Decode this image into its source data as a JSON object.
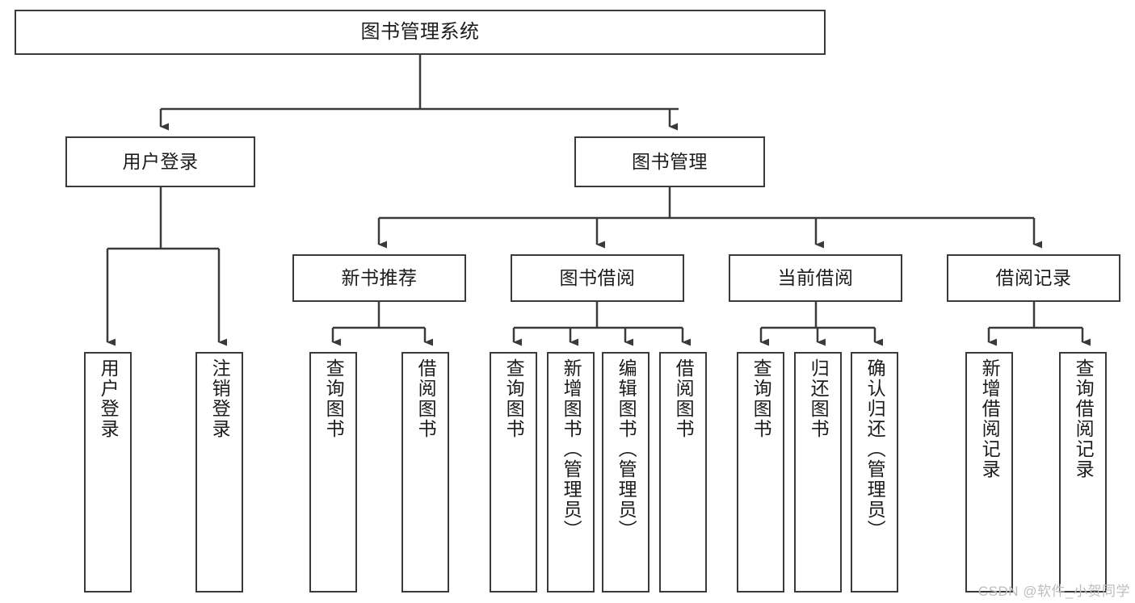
{
  "diagram": {
    "title": "图书管理系统",
    "type": "tree-hierarchy-diagram",
    "watermark": "CSDN @软件_小贺同学",
    "colors": {
      "stroke": "#3a3a3a",
      "fill": "#ffffff",
      "text": "#1c1c1c",
      "watermark": "#bdbdbd"
    },
    "nodes": {
      "root": {
        "label": "图书管理系统"
      },
      "level2": [
        {
          "label": "用户登录"
        },
        {
          "label": "图书管理"
        }
      ],
      "level3": [
        {
          "label": "新书推荐"
        },
        {
          "label": "图书借阅"
        },
        {
          "label": "当前借阅"
        },
        {
          "label": "借阅记录"
        }
      ],
      "leaves_user_login": [
        {
          "label": "用户登录"
        },
        {
          "label": "注销登录"
        }
      ],
      "leaves_new_book": [
        {
          "label": "查询图书"
        },
        {
          "label": "借阅图书"
        }
      ],
      "leaves_borrow": [
        {
          "label": "查询图书"
        },
        {
          "label": "新增图书（管理员）"
        },
        {
          "label": "编辑图书（管理员）"
        },
        {
          "label": "借阅图书"
        }
      ],
      "leaves_current": [
        {
          "label": "查询图书"
        },
        {
          "label": "归还图书"
        },
        {
          "label": "确认归还（管理员）"
        }
      ],
      "leaves_records": [
        {
          "label": "新增借阅记录"
        },
        {
          "label": "查询借阅记录"
        }
      ]
    }
  }
}
